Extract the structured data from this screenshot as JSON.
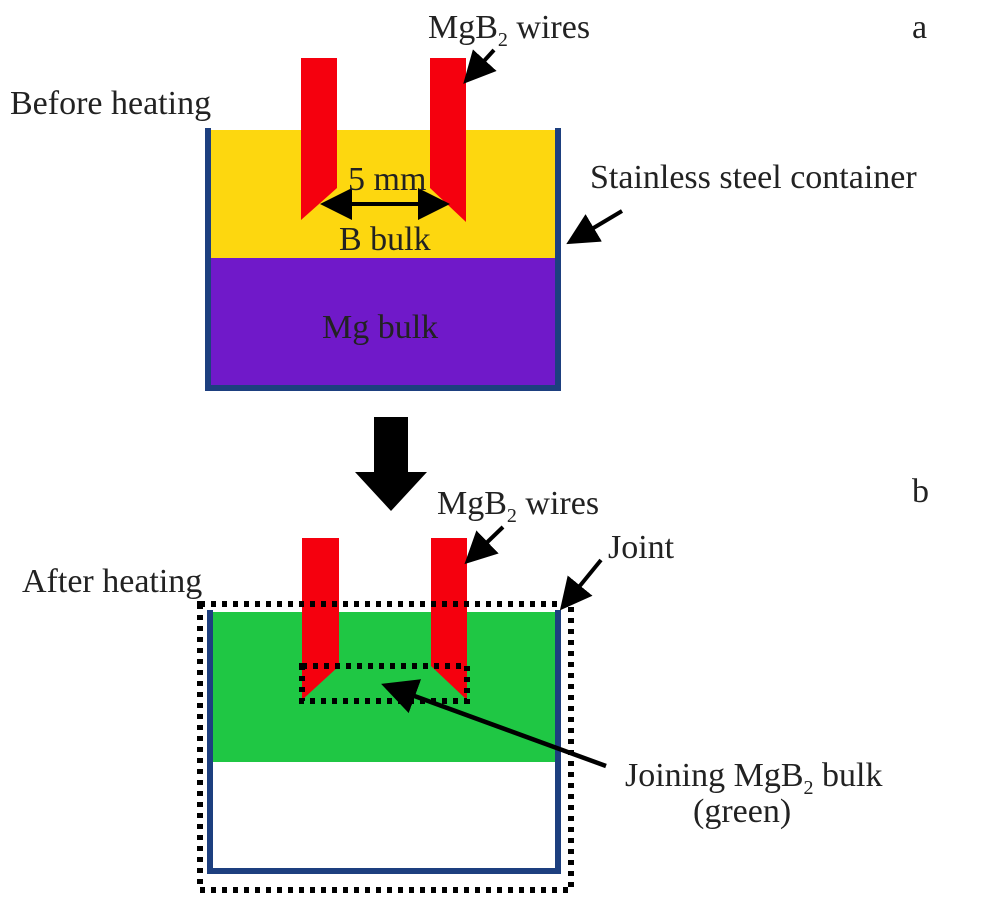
{
  "panel_a": {
    "letter": "a",
    "title": "Before heating",
    "wires_label": {
      "main": "MgB",
      "sub": "2",
      "tail": " wires"
    },
    "distance_label": "5 mm",
    "b_bulk_label": "B bulk",
    "mg_bulk_label": "Mg bulk",
    "container_label": "Stainless steel container"
  },
  "panel_b": {
    "letter": "b",
    "title": "After heating",
    "wires_label": {
      "main": "MgB",
      "sub": "2",
      "tail": " wires"
    },
    "joint_label": "Joint",
    "joining_label": {
      "main": "Joining MgB",
      "sub": "2",
      "tail": " bulk",
      "line2": "(green)"
    }
  },
  "colors": {
    "wire": "#f5000e",
    "b_bulk": "#fdd70f",
    "mg_bulk": "#7019c9",
    "mgb2_bulk": "#1fc744",
    "container": "#1d3f7f",
    "arrow": "#000000"
  }
}
